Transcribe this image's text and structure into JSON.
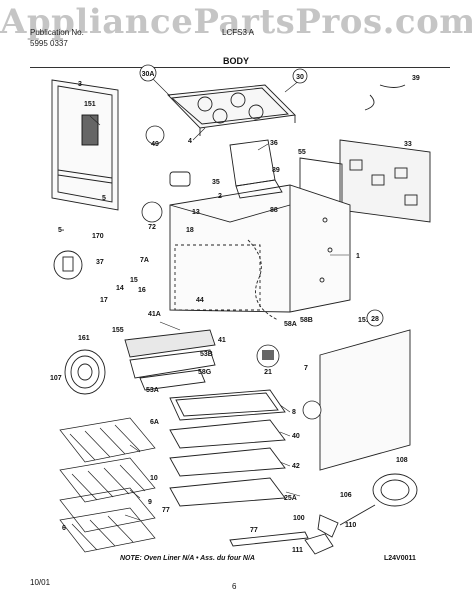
{
  "watermark": "AppliancePartsPros.com",
  "header": {
    "publication_label": "Publication No.",
    "publication_number": "5995 0337",
    "model": "LCFS3 A",
    "section": "BODY"
  },
  "callouts": [
    "3",
    "151",
    "30A",
    "30",
    "39",
    "4",
    "49",
    "36",
    "33",
    "55",
    "89",
    "35",
    "5",
    "2",
    "88",
    "13",
    "18",
    "72",
    "170",
    "5-",
    "1",
    "37",
    "7A",
    "15",
    "16",
    "17",
    "14",
    "44",
    "41A",
    "58A",
    "58B",
    "151",
    "28",
    "155",
    "41",
    "161",
    "53B",
    "21",
    "7",
    "58G",
    "107",
    "53A",
    "8",
    "40",
    "6A",
    "42",
    "108",
    "106",
    "25A",
    "10",
    "9",
    "77",
    "100",
    "110",
    "6",
    "77",
    "111"
  ],
  "footer": {
    "note": "NOTE: Oven Liner N/A  •  Ass. du four N/A",
    "date": "10/01",
    "page": "6",
    "code": "L24V0011"
  }
}
